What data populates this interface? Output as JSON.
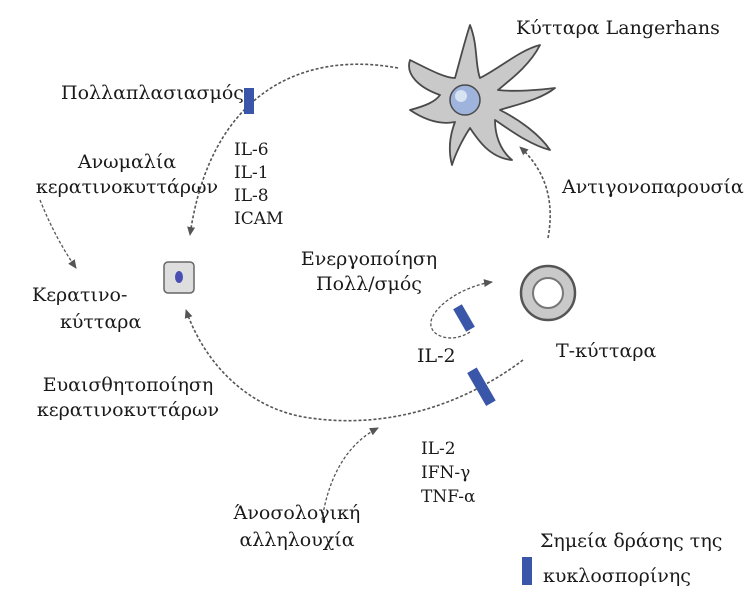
{
  "labels": {
    "langerhans": "Κύτταρα Langerhans",
    "proliferation": "Πολλαπλασιασμός",
    "anomaly_1": "Ανωμαλία",
    "anomaly_2": "κερατινοκυττάρων",
    "keratinocytes_1": "Κερατινο-",
    "keratinocytes_2": "κύτταρα",
    "antigen_presentation": "Αντιγονοπαρουσίαση",
    "activation_1": "Ενεργοποίηση",
    "activation_2": "Πολλ/σμός",
    "tcells": "Τ-κύτταρα",
    "sensitization_1": "Ευαισθητοποίηση",
    "sensitization_2": "κερατινοκυττάρων",
    "immune_1": "Άνοσολογική",
    "immune_2": "αλληλουχία",
    "legend_1": "Σημεία δράσης της",
    "legend_2": "κυκλοσπορίνης"
  },
  "cytokines_top": [
    "IL-6",
    "IL-1",
    "IL-8",
    "ICAM"
  ],
  "cytokine_mid": "IL-2",
  "cytokines_bottom": [
    "IL-2",
    "IFN-γ",
    "TNF-α"
  ],
  "colors": {
    "cyclosporine_marker": "#3a56a8",
    "cell_fill": "#c9c9c9",
    "nucleus": "#9fb4dc",
    "line": "#555555"
  }
}
